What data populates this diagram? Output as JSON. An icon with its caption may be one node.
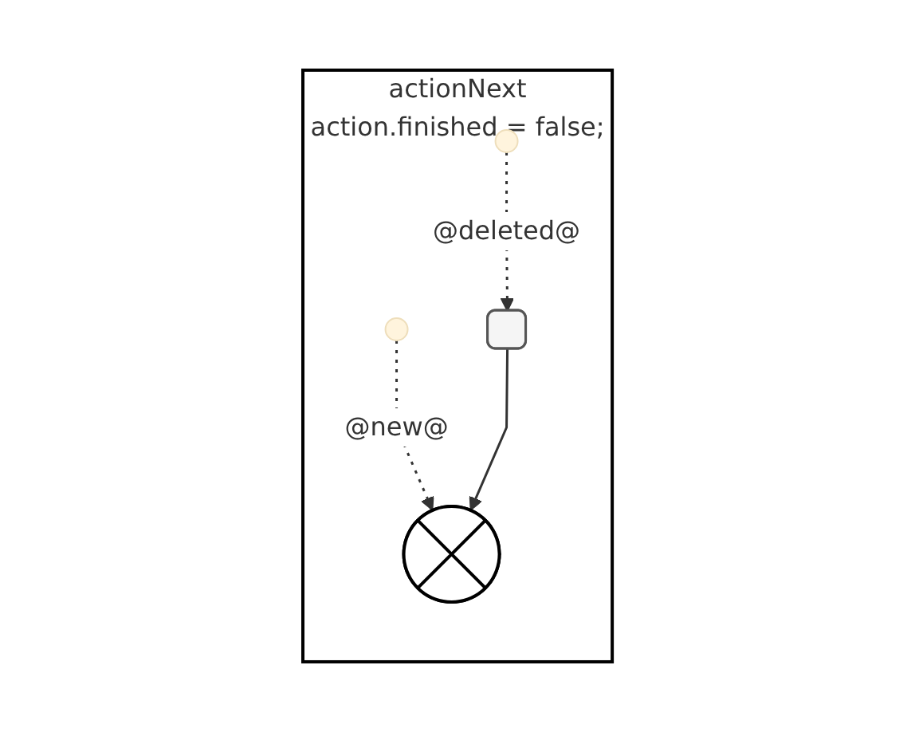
{
  "diagram": {
    "nodes": [
      {
        "text": [
          "actionNext",
          "action.finished = false;"
        ]
      },
      {
        "text": [],
        "shape": "circle",
        "in": 0
      },
      {
        "text": [],
        "shape": "circle",
        "in": 0
      },
      {
        "text": [],
        "shape": "box",
        "in": 0
      },
      {
        "text": [],
        "shape": "asterisk",
        "in": 0
      }
    ],
    "edges": [
      {
        "from": 1,
        "to": 3,
        "arrow": "to",
        "style": "dashed",
        "label": "@deleted@"
      },
      {
        "from": 2,
        "to": 4,
        "arrow": "to",
        "style": "dashed",
        "label": "@new@"
      },
      {
        "from": 3,
        "to": 4,
        "arrow": "to"
      }
    ]
  }
}
